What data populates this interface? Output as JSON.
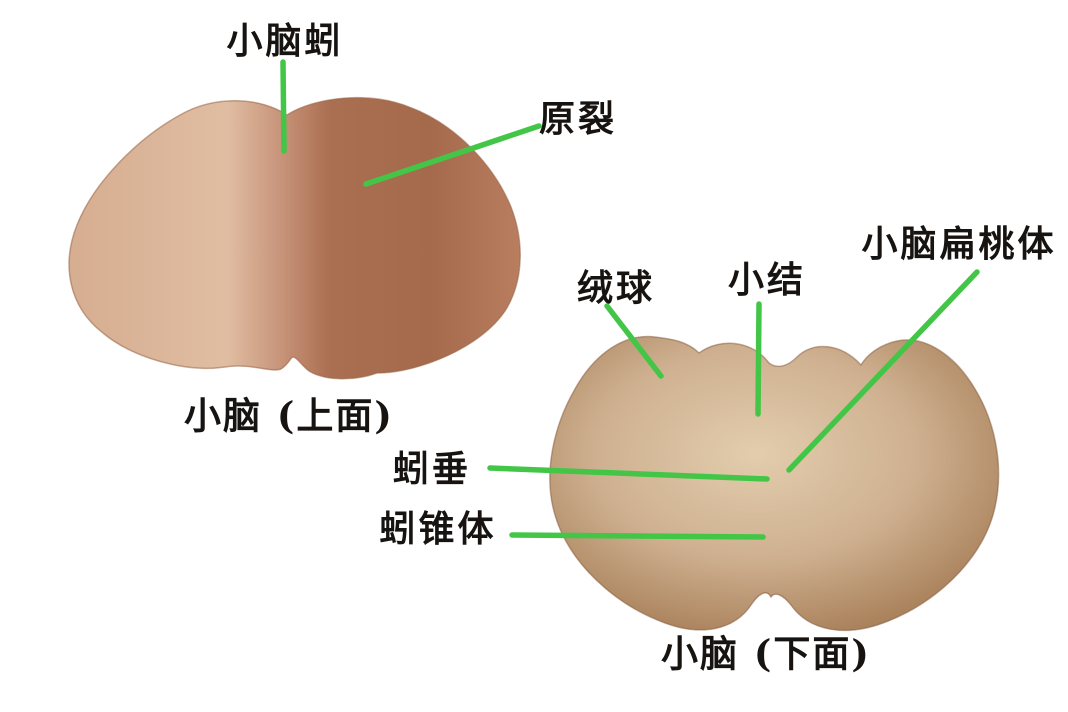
{
  "figure": {
    "background_color": "#ffffff",
    "text_color": "#171310",
    "leader_color": "#43c647",
    "views": [
      {
        "name": "superior-view",
        "caption": "小脑 (上面)",
        "labels": [
          {
            "text": "小脑蚓"
          },
          {
            "text": "原裂"
          }
        ]
      },
      {
        "name": "inferior-view",
        "caption": "小脑 (下面)",
        "labels": [
          {
            "text": "绒球"
          },
          {
            "text": "小结"
          },
          {
            "text": "小脑扁桃体"
          },
          {
            "text": "蚓垂"
          },
          {
            "text": "蚓锥体"
          }
        ]
      }
    ]
  }
}
